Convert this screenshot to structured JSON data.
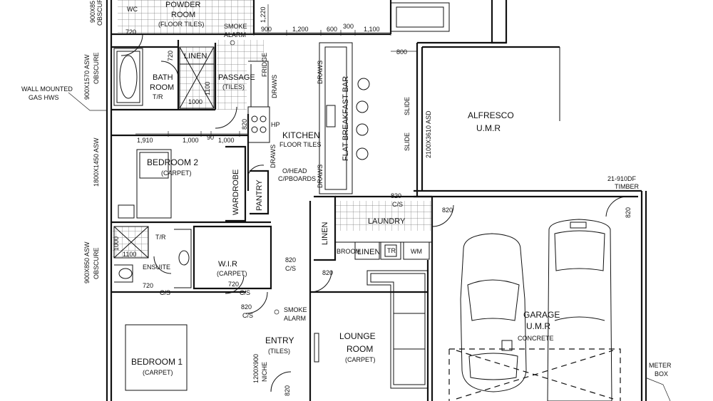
{
  "rooms": {
    "powder": "POWDER",
    "powder_room": "ROOM",
    "powder_finish": "(FLOOR TILES)",
    "wc": "WC",
    "linen_top": "LINEN",
    "bath": "BATH",
    "bath_room": "ROOM",
    "tr_bath": "T/R",
    "passage": "PASSAGE",
    "passage_finish": "(TILES)",
    "fridge": "FRIDGE",
    "kitchen": "KITCHEN",
    "kitchen_finish": "FLOOR TILES",
    "flat_breakfast_bar": "FLAT BREAKFAST BAR",
    "alfresco": "ALFRESCO",
    "alfresco_finish": "U.M.R",
    "bedroom2": "BEDROOM 2",
    "bedroom2_finish": "(CARPET)",
    "wardrobe": "WARDROBE",
    "pantry": "PANTRY",
    "ohead": "O/HEAD",
    "cpboards": "C/PBOARDS",
    "laundry": "LAUNDRY",
    "linen_laundry": "LINEN",
    "linen_side": "LINEN",
    "broom": "BROOM",
    "tr_laundry": "TR",
    "wm": "WM",
    "ensuite": "ENSUITE",
    "tr_ensuite": "T/R",
    "wir": "W.I.R",
    "wir_finish": "(CARPET)",
    "entry": "ENTRY",
    "entry_finish": "(TILES)",
    "lounge": "LOUNGE",
    "lounge_room": "ROOM",
    "lounge_finish": "(CARPET)",
    "garage": "GARAGE",
    "garage_umr": "U.M.R",
    "garage_finish": "CONCRETE",
    "bedroom1": "BEDROOM 1",
    "bedroom1_finish": "(CARPET)"
  },
  "notes": {
    "smoke_alarm_1a": "SMOKE",
    "smoke_alarm_1b": "ALARM",
    "smoke_alarm_2a": "SMOKE",
    "smoke_alarm_2b": "ALARM",
    "wall_hws_1": "WALL MOUNTED",
    "wall_hws_2": "GAS HWS",
    "meter_box_1": "METER",
    "meter_box_2": "BOX",
    "timber_door_1": "21-910DF",
    "timber_door_2": "TIMBER",
    "slide_1": "SLIDE",
    "slide_2": "SLIDE",
    "alfresco_door": "2100X3610 ASD",
    "hp": "HP",
    "draws_1": "DRAWS",
    "draws_2": "DRAWS",
    "draws_3": "DRAWS",
    "draws_4": "DRAWS",
    "niche": "NICHE",
    "win_top": "900X85",
    "obscure_top": "OBSCURE",
    "win_bath": "900X1570 ASW",
    "obscure_bath": "OBSCURE",
    "win_bed2": "1800X1450 ASW",
    "win_ens": "900X850 ASW",
    "obscure_ens": "OBSCURE",
    "win_bed1": "1200X900",
    "cs_1": "C/S",
    "cs_2": "C/S",
    "cs_3": "C/S",
    "cs_4": "C/S",
    "cs_5": "C/S"
  },
  "dimensions": {
    "d1220": "1,220",
    "d900": "900",
    "d1200": "1,200",
    "d600": "600",
    "d300": "300",
    "d1100": "1,100",
    "d800": "800",
    "d720a": "720",
    "d720b": "720",
    "d720c": "720",
    "d720d": "720",
    "d1100a": "1100",
    "d1000a": "1000",
    "d1100b": "1100",
    "d1000b": "1000",
    "d820_kitchen": "820",
    "d1910": "1,910",
    "d1000": "1,000",
    "d90": "90",
    "d1000c": "1,000",
    "d820_laundry": "820",
    "d820_garage_left": "820",
    "d820_garage_right": "820",
    "d820_cs": "820",
    "d820_lounge": "820",
    "d820_entry": "820",
    "d820_front": "820"
  }
}
